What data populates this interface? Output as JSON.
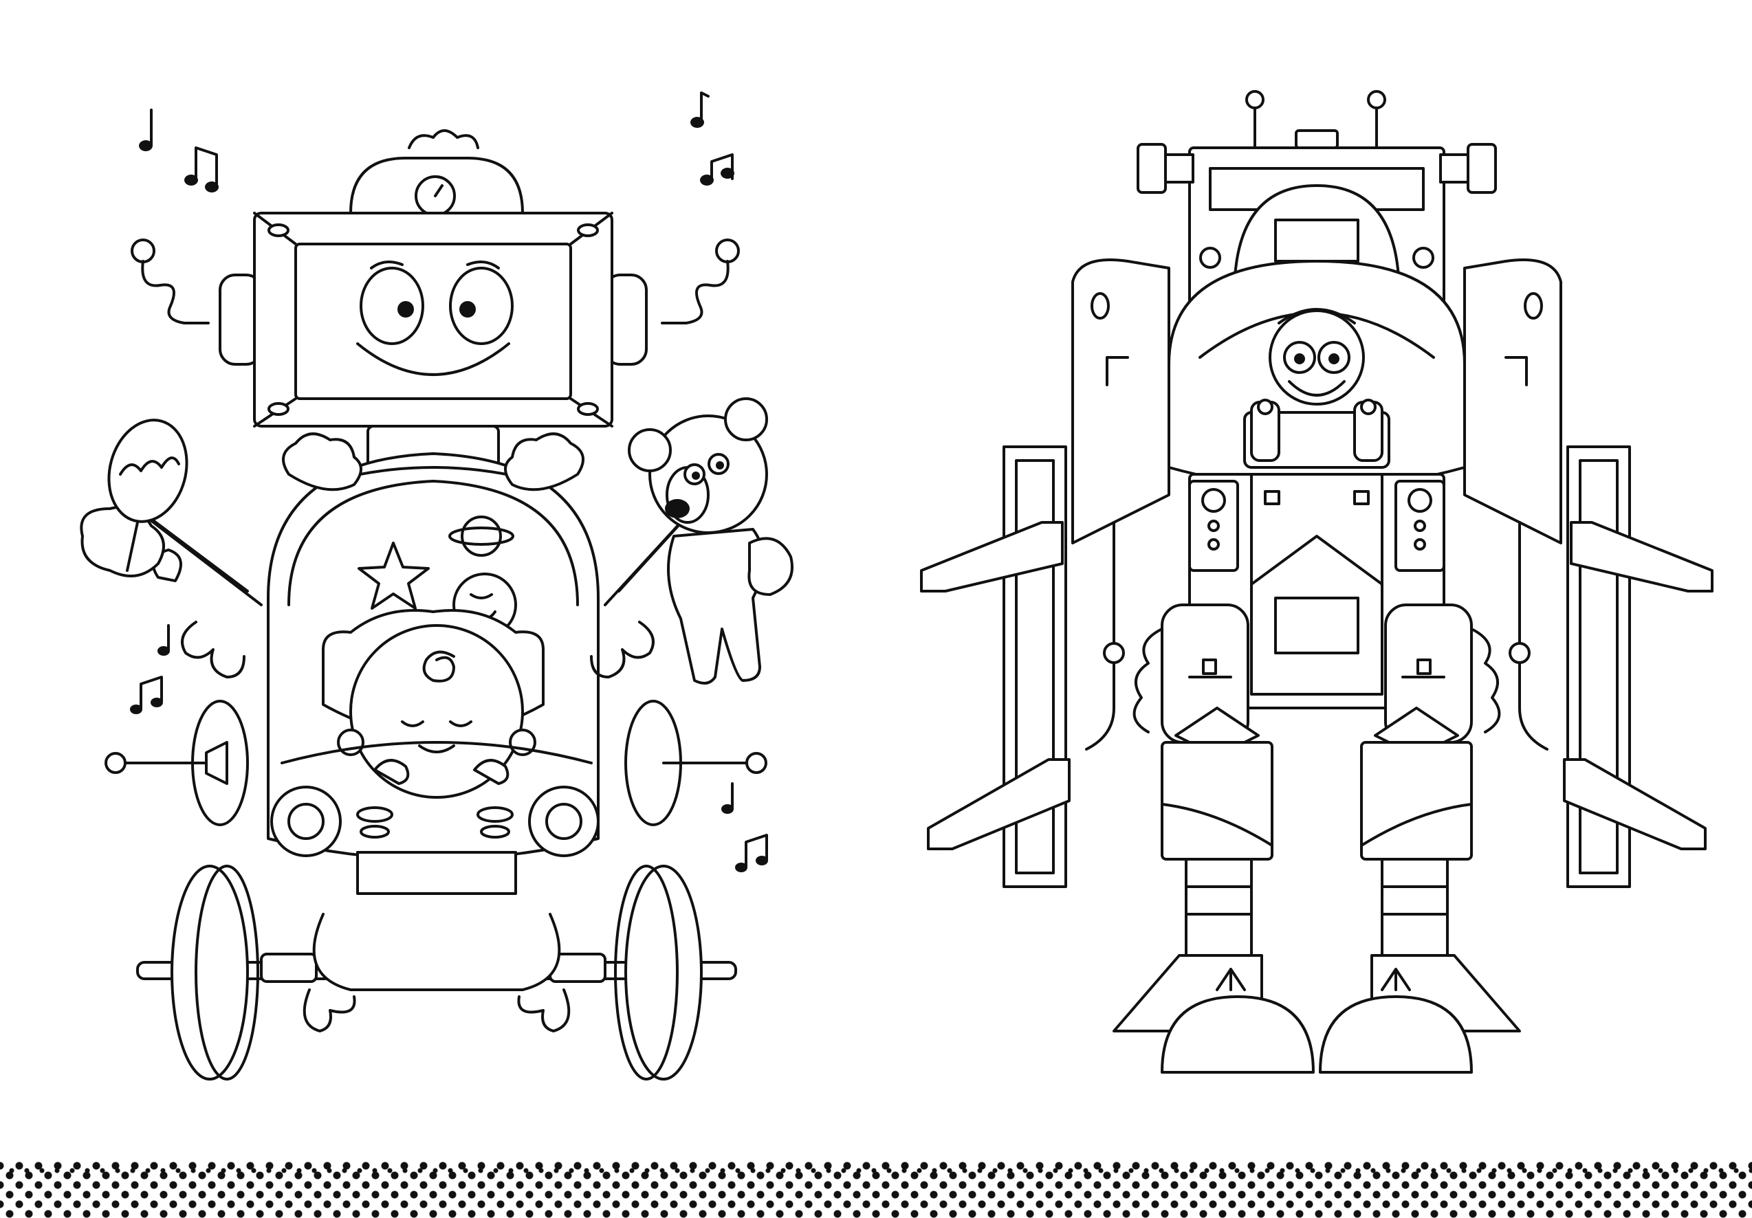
{
  "page": {
    "background_color": "#ffffff",
    "line_color": "#111111"
  },
  "illustrations": {
    "left": {
      "icon": "robot-stroller-with-baby"
    },
    "right": {
      "icon": "mech-suit-robot-with-pilot"
    }
  },
  "decorations": {
    "music_note_icon": "music-note-icon",
    "footer_pattern": "halftone-dots"
  }
}
